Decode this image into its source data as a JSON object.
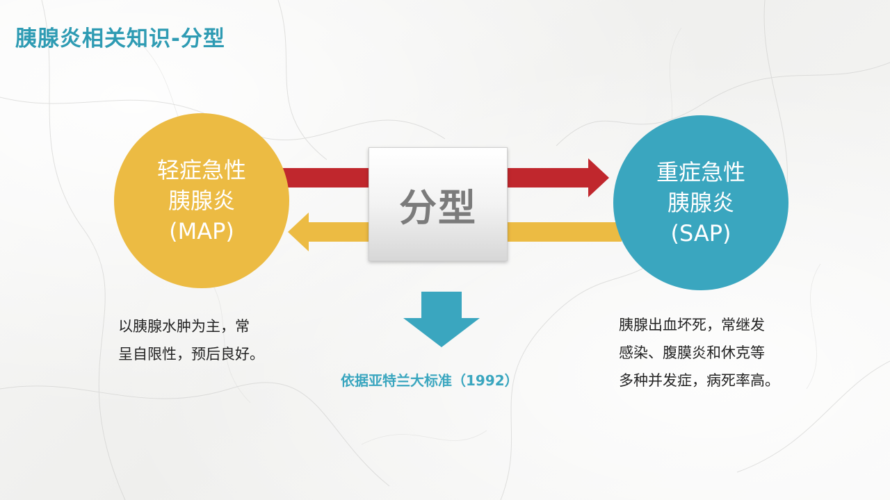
{
  "slide": {
    "title": "胰腺炎相关知识-分型"
  },
  "center": {
    "label": "分型"
  },
  "map": {
    "line1": "轻症急性",
    "line2": "胰腺炎",
    "line3": "(MAP)",
    "description_lines": [
      "以胰腺水肿为主，常",
      "呈自限性，预后良好。"
    ],
    "color": "#ecbb43"
  },
  "sap": {
    "line1": "重症急性",
    "line2": "胰腺炎",
    "line3": "(SAP)",
    "description_lines": [
      "胰腺出血坏死，常继发",
      "感染、腹膜炎和休克等",
      "多种并发症，病死率高。"
    ],
    "color": "#3aa6bf"
  },
  "criteria": {
    "text": "依据亚特兰大标准（1992）"
  },
  "colors": {
    "title": "#2e9bb3",
    "red_arrow": "#c0272d",
    "yellow_arrow": "#ecbb43",
    "down_arrow": "#3aa6bf"
  },
  "icons": {
    "right_arrow": "red-right-arrow",
    "left_arrow": "yellow-left-arrow",
    "down_arrow": "teal-down-arrow"
  }
}
